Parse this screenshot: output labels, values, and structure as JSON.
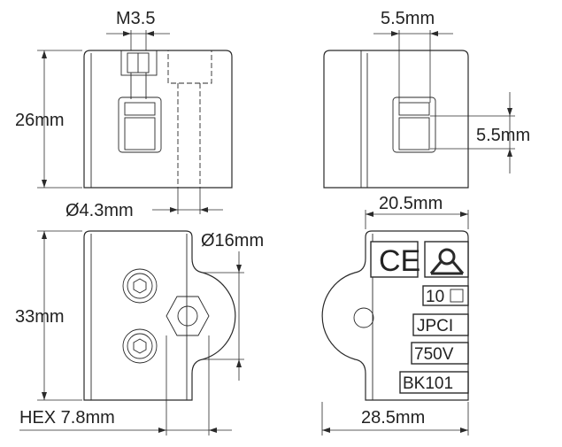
{
  "front_view": {
    "height_label": "26mm",
    "screw_thread_label": "M3.5",
    "hole_diameter_label": "Ø4.3mm"
  },
  "side_view": {
    "opening_width_label": "5.5mm",
    "opening_height_label": "5.5mm"
  },
  "top_view": {
    "height_label": "33mm",
    "boss_diameter_label": "Ø16mm",
    "hex_label": "HEX 7.8mm"
  },
  "marked_view": {
    "top_width_label": "20.5mm",
    "overall_width_label": "28.5mm",
    "ce_mark": "CE",
    "markings": [
      "10",
      "JPCI",
      "750V",
      "BK101"
    ]
  },
  "colors": {
    "line": "#2a2a2a",
    "text": "#222222",
    "background": "#ffffff"
  }
}
